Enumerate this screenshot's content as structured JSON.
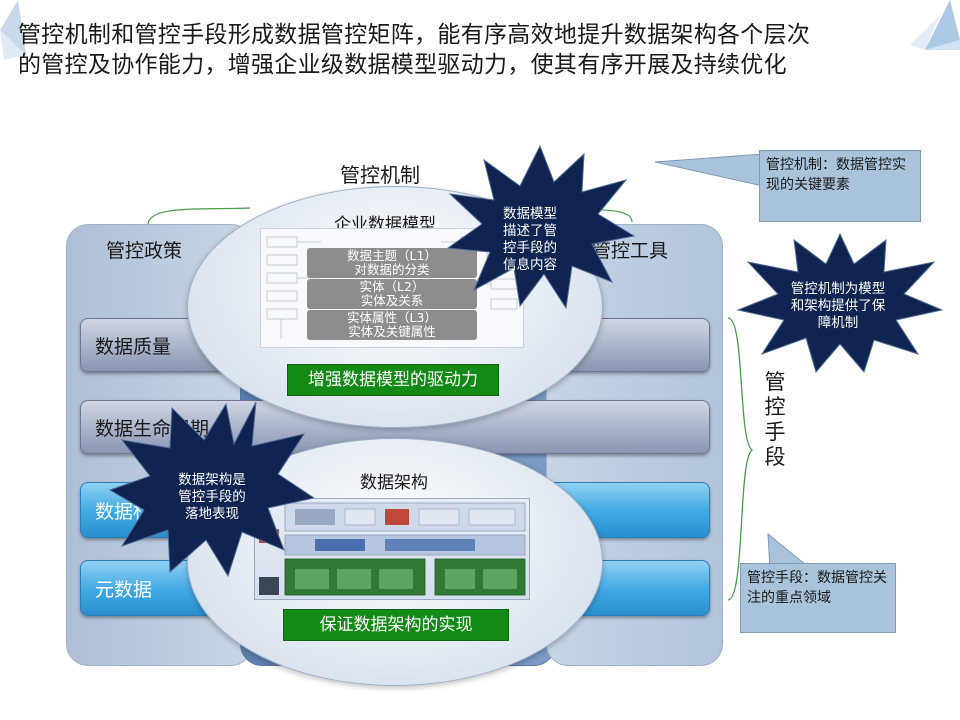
{
  "title": {
    "line1": "管控机制和管控手段形成数据管控矩阵，能有序高效地提升数据架构各个层次",
    "line2": "的管控及协作能力，增强企业级数据模型驱动力，使其有序开展及持续优化"
  },
  "diagram": {
    "mechanism_label": "管控机制",
    "policy_label": "管控政策",
    "tools_label": "管控工具",
    "bars": [
      "数据质量",
      "数据生命周期",
      "数据标准",
      "元数据"
    ],
    "bars_visible": [
      "数据质量",
      "数据生命周期",
      "数据标",
      "元数据"
    ],
    "model": {
      "title": "企业数据模型",
      "layers": [
        {
          "line1": "数据主题（L1）",
          "line2": "对数据的分类"
        },
        {
          "line1": "实体（L2）",
          "line2": "实体及关系"
        },
        {
          "line1": "实体属性（L3）",
          "line2": "实体及关键属性"
        }
      ],
      "caption": "增强数据模型的驱动力"
    },
    "architecture": {
      "title": "数据架构",
      "caption": "保证数据架构的实现"
    },
    "means_label": "管控手段",
    "starbursts": {
      "model": "数据模型描述了管控手段的信息内容",
      "arch": "数据架构是管控手段的落地表现",
      "mechanism": "管控机制为模型和架构提供了保障机制"
    },
    "callouts": {
      "mechanism": "管控机制：数据管控实现的关键要素",
      "means": "管控手段：数据管控关注的重点领域"
    }
  },
  "colors": {
    "green": "#138a15",
    "starburst": "#0f2450",
    "bar_blue": "#3fa8e3",
    "bar_gray": "#a9b2c9",
    "callout": "#a8c3da"
  }
}
